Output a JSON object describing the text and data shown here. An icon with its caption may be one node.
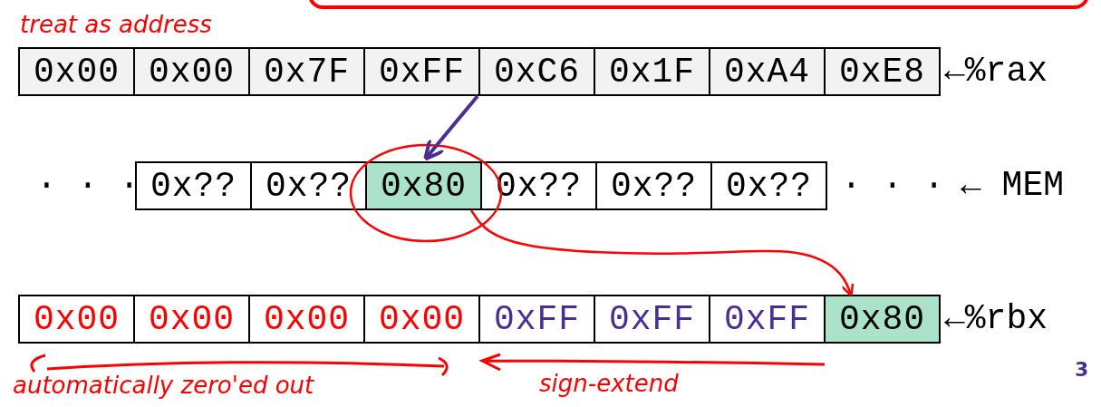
{
  "diagram": {
    "nodes": [
      {
        "text": [
          "0x00"
        ]
      },
      {
        "text": [
          "0x00"
        ]
      },
      {
        "text": [
          "0x7F"
        ]
      },
      {
        "text": [
          "0xFF"
        ]
      },
      {
        "text": [
          "0xC6"
        ]
      },
      {
        "text": [
          "0x1F"
        ]
      },
      {
        "text": [
          "0xA4"
        ]
      },
      {
        "text": [
          "0xE8"
        ]
      },
      {
        "text": [
          "0x??"
        ]
      },
      {
        "text": [
          "0x??"
        ]
      },
      {
        "text": [
          "0x80"
        ]
      },
      {
        "text": [
          "0x??"
        ]
      },
      {
        "text": [
          "0x??"
        ]
      },
      {
        "text": [
          "0x??"
        ]
      },
      {
        "text": [
          "0x00"
        ]
      },
      {
        "text": [
          "0x00"
        ]
      },
      {
        "text": [
          "0x00"
        ]
      },
      {
        "text": [
          "0x00"
        ]
      },
      {
        "text": [
          "0xFF"
        ]
      },
      {
        "text": [
          "0xFF"
        ]
      },
      {
        "text": [
          "0xFF"
        ]
      },
      {
        "text": [
          "0x80"
        ]
      }
    ],
    "edges": [
      {
        "from": 3,
        "to": 10,
        "arrow": "to",
        "color": "#4b2e91"
      },
      {
        "from": 10,
        "to": 21,
        "arrow": "to",
        "color": "#ff0000"
      }
    ],
    "labels": [
      "treat as address",
      "←%rax",
      "· · ·",
      "· · ·",
      "← MEM",
      "←%rbx",
      "automatically zero'ed out",
      "sign-extend",
      "3"
    ]
  }
}
